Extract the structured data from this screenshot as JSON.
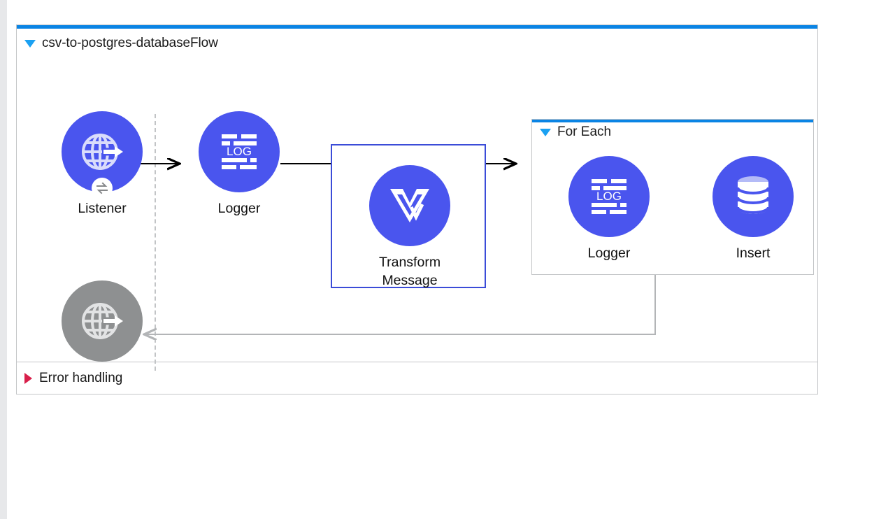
{
  "colors": {
    "accent_blue": "#0a84e4",
    "node_blue": "#4a55ee",
    "node_grey": "#8e9091",
    "selection_blue": "#3b4cd8",
    "error_red": "#d81f4a",
    "border_grey": "#c4c6c8",
    "canvas_bg": "#ffffff"
  },
  "flow": {
    "title": "csv-to-postgres-databaseFlow",
    "expanded": true,
    "disclosure_icon": "triangle-down-icon"
  },
  "error_handling": {
    "title": "Error handling",
    "expanded": false,
    "disclosure_icon": "triangle-right-icon"
  },
  "source": {
    "label": "Listener",
    "icon": "globe-arrow-icon",
    "badge_icon": "exchange-arrows-icon"
  },
  "response": {
    "label": "",
    "icon": "globe-arrow-icon",
    "state": "inactive"
  },
  "processors": [
    {
      "label": "Logger",
      "icon": "log-icon"
    },
    {
      "label": "Transform\nMessage",
      "label_line1": "Transform",
      "label_line2": "Message",
      "icon": "dataweave-icon",
      "selected": true
    }
  ],
  "scope": {
    "title": "For Each",
    "expanded": true,
    "disclosure_icon": "triangle-down-icon",
    "children": [
      {
        "label": "Logger",
        "icon": "log-icon"
      },
      {
        "label": "Insert",
        "icon": "database-icon"
      }
    ]
  }
}
